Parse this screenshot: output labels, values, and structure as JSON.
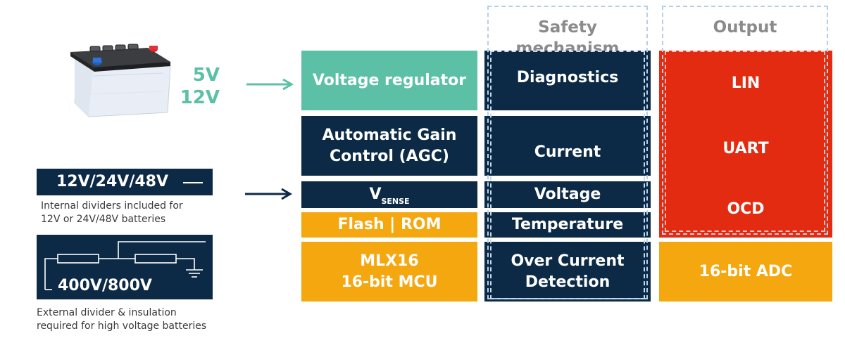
{
  "input": {
    "voltages": [
      "5V",
      "12V"
    ],
    "battery_box": {
      "label": "12V/24V/48V",
      "caption_line1": "Internal dividers included for",
      "caption_line2": "12V or 24V/48V batteries"
    },
    "hv_box": {
      "label": "400V/800V",
      "caption_line1": "External divider & insulation",
      "caption_line2": "required for high voltage batteries"
    }
  },
  "blocks": {
    "voltage_regulator": "Voltage regulator",
    "agc_line1": "Automatic Gain",
    "agc_line2": "Control (AGC)",
    "vsense_main": "V",
    "vsense_sub": "SENSE",
    "flash_rom": "Flash | ROM",
    "mcu_line1": "MLX16",
    "mcu_line2": "16-bit MCU"
  },
  "safety": {
    "header": "Safety mechanism",
    "diagnostics": "Diagnostics",
    "current": "Current",
    "voltage": "Voltage",
    "temperature": "Temperature",
    "ocd_line1": "Over Current",
    "ocd_line2": "Detection"
  },
  "output": {
    "header": "Output",
    "lin": "LIN",
    "uart": "UART",
    "ocd": "OCD",
    "adc": "16-bit ADC"
  },
  "colors": {
    "navy": "#0c2a45",
    "teal": "#5cc0a6",
    "amber": "#f5a70f",
    "red": "#e32b12",
    "dashed_outline": "#a8c8e8"
  }
}
